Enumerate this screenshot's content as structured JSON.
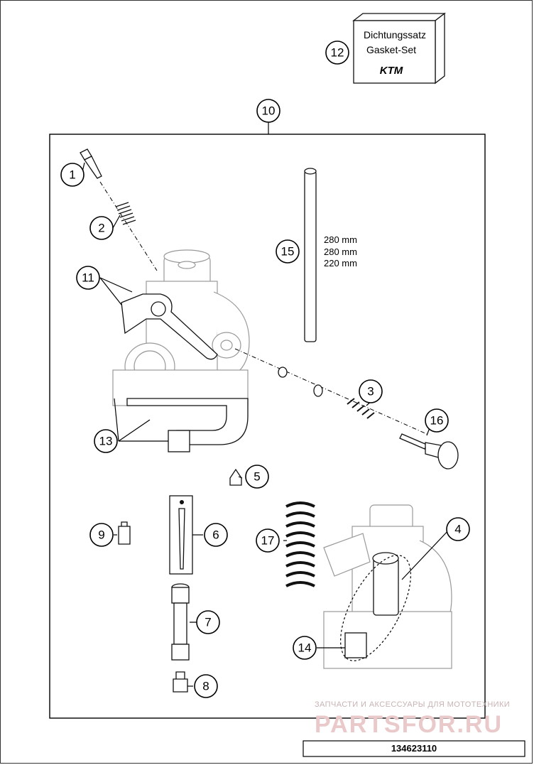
{
  "diagram": {
    "callouts": [
      {
        "id": "c1",
        "label": "1"
      },
      {
        "id": "c2",
        "label": "2"
      },
      {
        "id": "c3",
        "label": "3"
      },
      {
        "id": "c4",
        "label": "4"
      },
      {
        "id": "c5",
        "label": "5"
      },
      {
        "id": "c6",
        "label": "6"
      },
      {
        "id": "c7",
        "label": "7"
      },
      {
        "id": "c8",
        "label": "8"
      },
      {
        "id": "c9",
        "label": "9"
      },
      {
        "id": "c10",
        "label": "10"
      },
      {
        "id": "c11",
        "label": "11"
      },
      {
        "id": "c12",
        "label": "12"
      },
      {
        "id": "c13",
        "label": "13"
      },
      {
        "id": "c14",
        "label": "14"
      },
      {
        "id": "c15",
        "label": "15"
      },
      {
        "id": "c16",
        "label": "16"
      },
      {
        "id": "c17",
        "label": "17"
      }
    ],
    "gasket_box": {
      "line1": "Dichtungssatz",
      "line2": "Gasket-Set",
      "brand": "KTM"
    },
    "tube_lengths": [
      "280 mm",
      "280 mm",
      "220 mm"
    ],
    "watermark": {
      "line1": "ЗАПЧАСТИ И АКСЕССУАРЫ ДЛЯ МОТОТЕХНИКИ",
      "line2": "PARTSFOR.RU"
    },
    "document_number": "134623110"
  }
}
